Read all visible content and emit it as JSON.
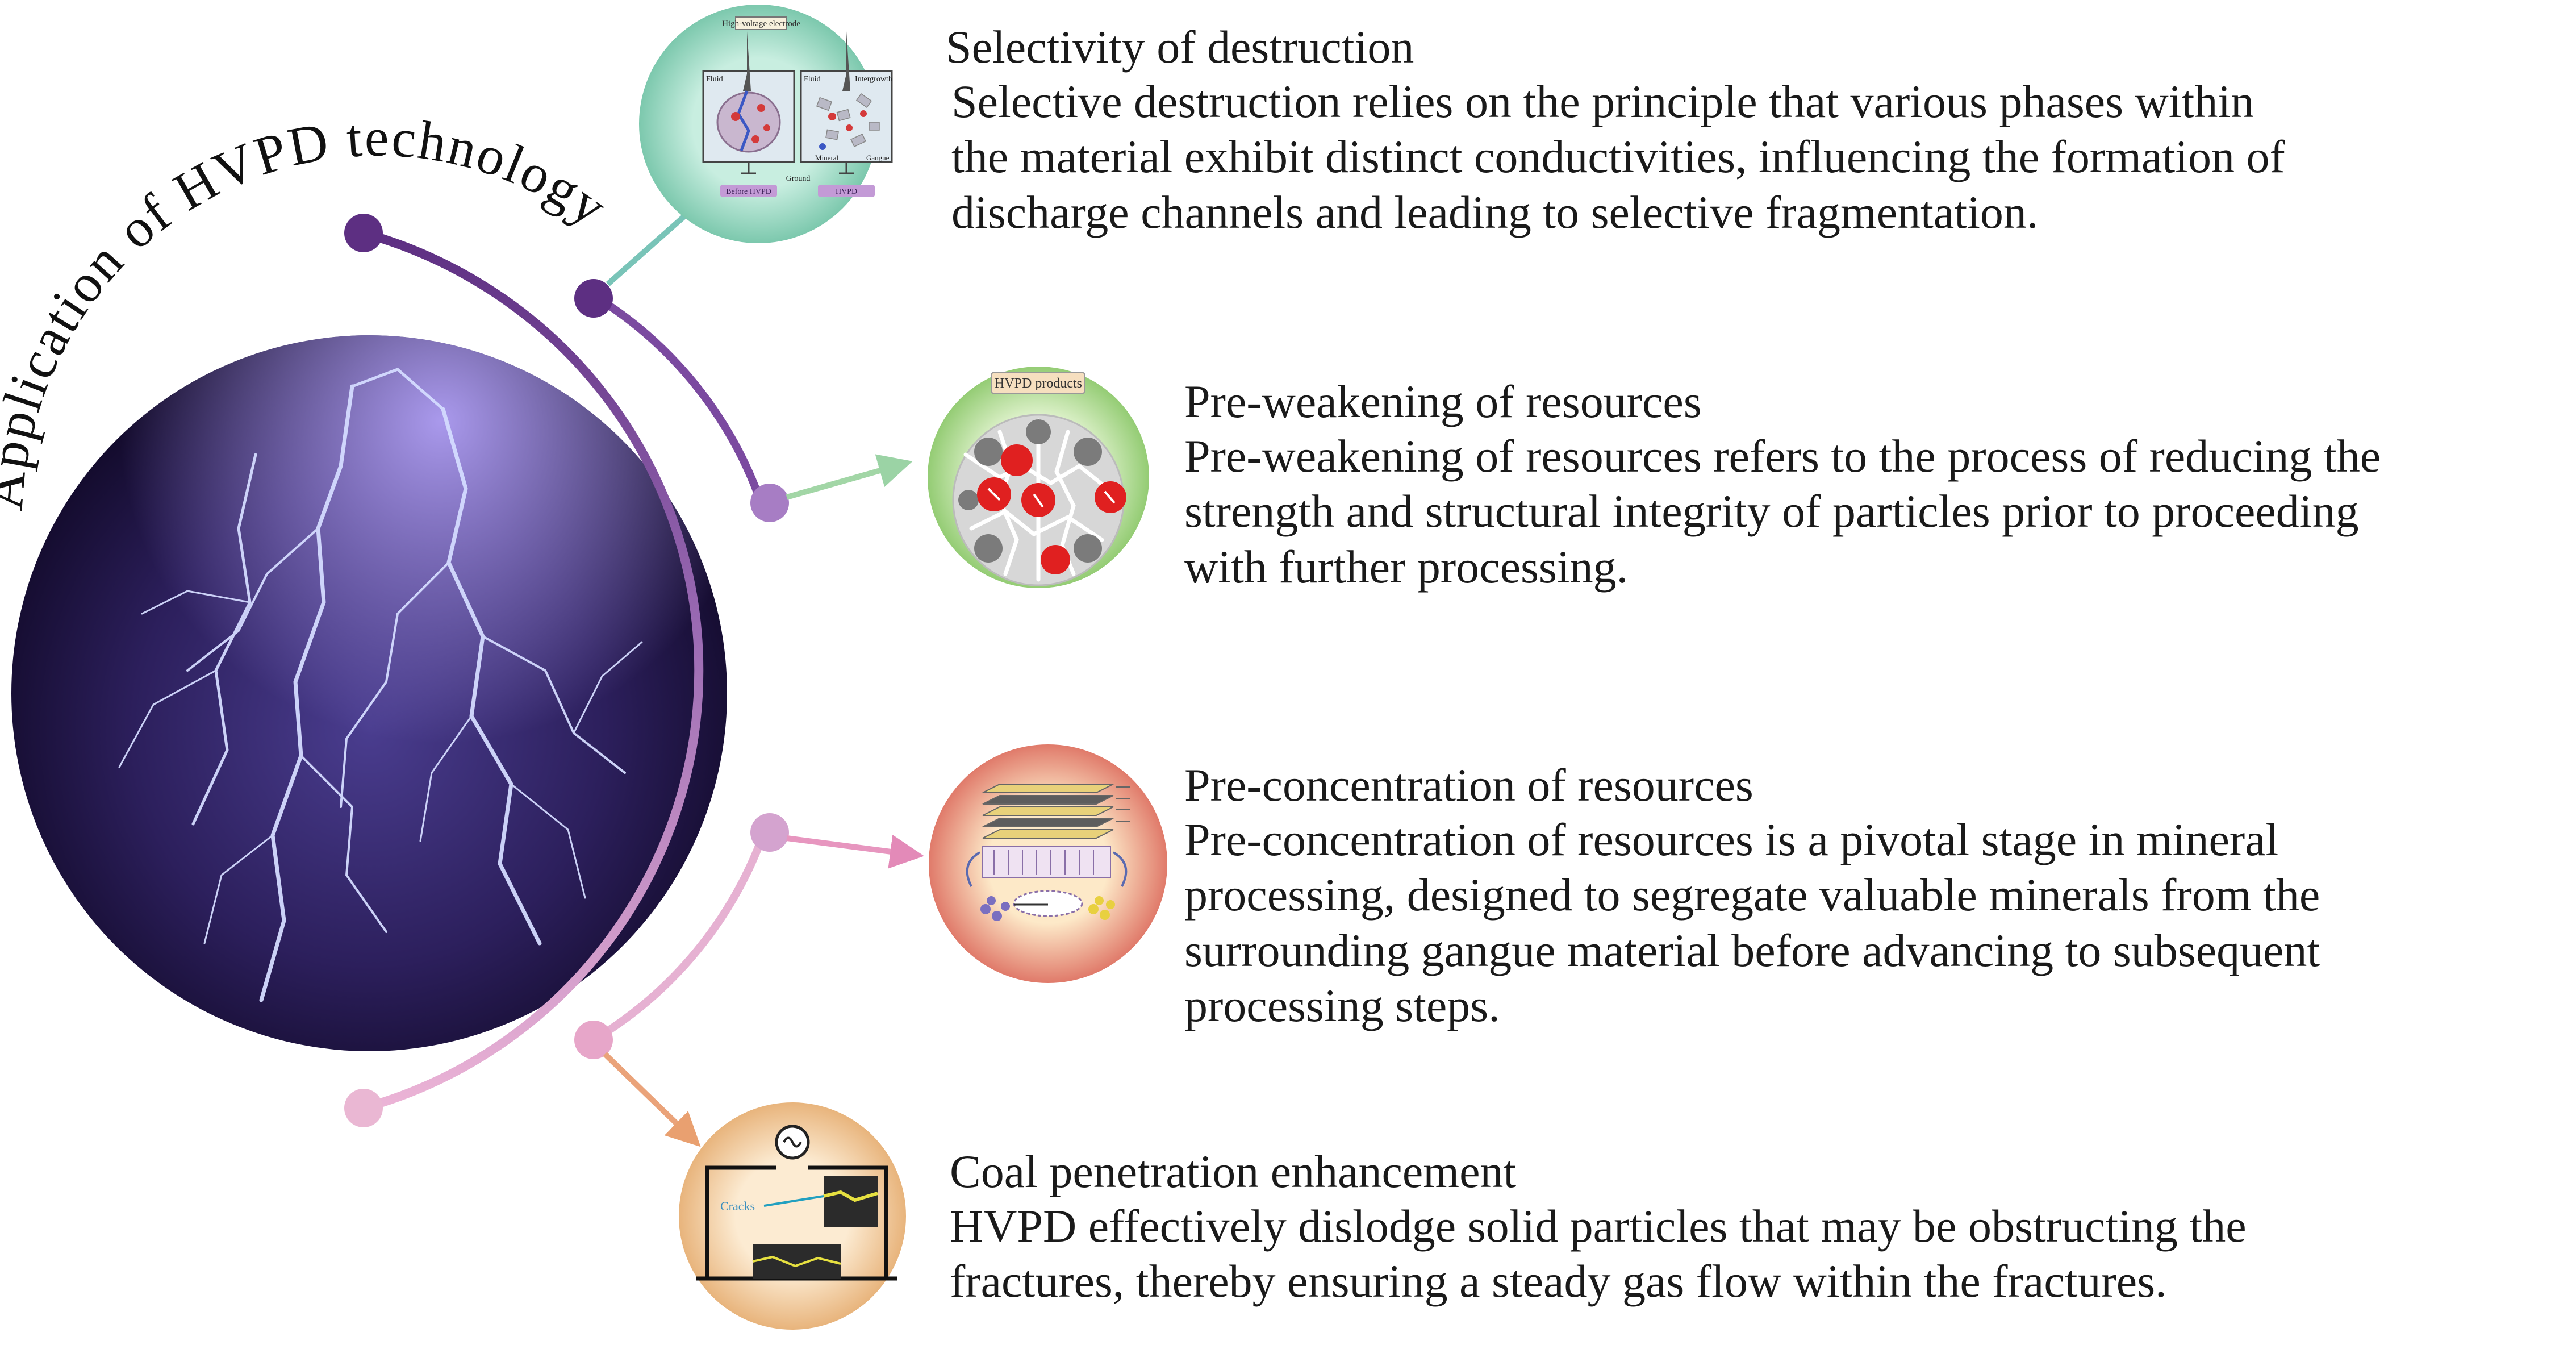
{
  "central": {
    "title": "Application of HVPD technology"
  },
  "items": [
    {
      "title": "Selectivity of destruction",
      "description_lines": [
        "Selective destruction relies on the principle that various phases within",
        "the material exhibit distinct conductivities, influencing the formation of",
        "discharge channels and leading to selective fragmentation."
      ],
      "icon_labels": {
        "electrode": "High-voltage electrode",
        "fluid_left": "Fluid",
        "fluid_right": "Fluid",
        "intergrowth": "Intergrowth",
        "mineral": "Mineral",
        "gangue": "Gangue",
        "ground": "Ground",
        "before": "Before HVPD",
        "after": "HVPD"
      }
    },
    {
      "title": "Pre-weakening of resources",
      "description_lines": [
        "Pre-weakening of resources refers to the process of reducing the",
        "strength and structural integrity of particles prior to proceeding",
        "with further processing."
      ],
      "icon_labels": {
        "banner": "HVPD products"
      }
    },
    {
      "title": "Pre-concentration of resources",
      "description_lines": [
        "Pre-concentration of resources is a pivotal stage in mineral",
        "processing, designed to segregate valuable minerals from the",
        "surrounding gangue material before advancing to subsequent",
        "processing steps."
      ]
    },
    {
      "title": "Coal penetration enhancement",
      "description_lines": [
        "HVPD effectively dislodge solid particles that may be obstructing the",
        "fractures, thereby ensuring a steady gas flow within the fractures."
      ],
      "icon_labels": {
        "cracks": "Cracks"
      }
    }
  ],
  "colors": {
    "arc_top": "#6b3d8f",
    "arc_mid": "#9a6ab3",
    "arc_bottom": "#e3a8cf",
    "node_dark": "#5d2f82",
    "node_mid": "#a77dc4",
    "node_light": "#e0a0c8",
    "icon1_bg": "#8fd0b8",
    "icon2_bg": "#a8d68a",
    "icon3_bg": "#e8a090",
    "icon4_bg": "#f0c890",
    "lightning_bg": "#2a1d55",
    "lightning_bolt": "#cfd6ff"
  }
}
